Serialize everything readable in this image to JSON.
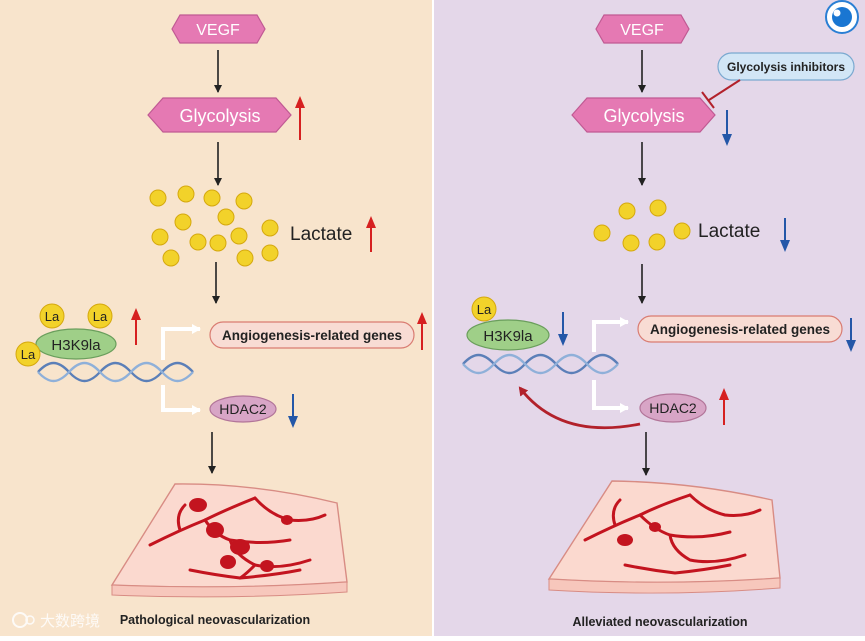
{
  "left": {
    "vegf": "VEGF",
    "glycolysis": "Glycolysis",
    "lactate": "Lactate",
    "la_label": "La",
    "h3k9la": "H3K9la",
    "angio_genes": "Angiogenesis-related genes",
    "hdac2": "HDAC2",
    "caption": "Pathological neovascularization"
  },
  "right": {
    "vegf": "VEGF",
    "glycolysis": "Glycolysis",
    "inhibitors": "Glycolysis inhibitors",
    "lactate": "Lactate",
    "la_label": "La",
    "h3k9la": "H3K9la",
    "angio_genes": "Angiogenesis-related genes",
    "hdac2": "HDAC2",
    "caption": "Alleviated neovascularization"
  },
  "watermark": "大数跨境",
  "colors": {
    "left_bg": "#f8e4cc",
    "right_bg": "#e4d7e9",
    "up_arrow": "#d62020",
    "down_arrow": "#2457a8",
    "hexagon": "#e579b3",
    "lactate_dot": "#f2d22a",
    "h3k9la_fill": "#9fcf88",
    "genes_fill": "#f8dcd4",
    "hdac2_fill": "#d8a5c6",
    "inhibitor_fill": "#d2e6f6",
    "vessel": "#c3141f"
  }
}
